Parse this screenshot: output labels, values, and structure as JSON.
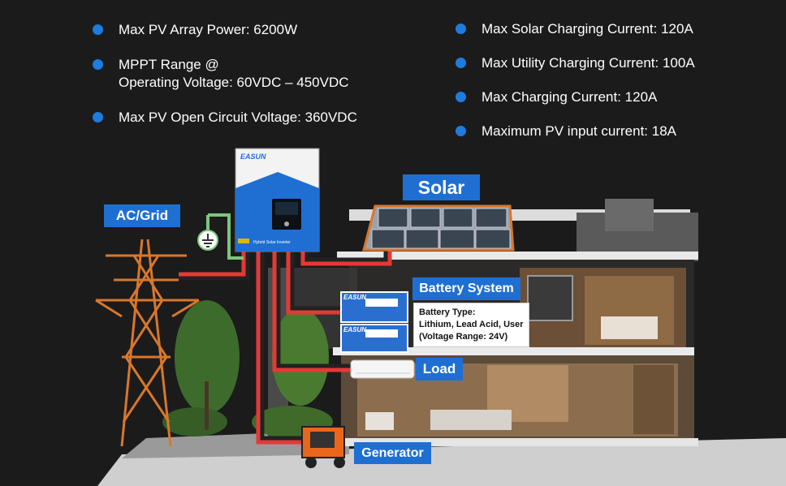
{
  "specs": {
    "left": [
      {
        "lines": [
          "Max PV Array Power: 6200W"
        ]
      },
      {
        "lines": [
          "MPPT Range @",
          "Operating Voltage: 60VDC – 450VDC"
        ]
      },
      {
        "lines": [
          "Max PV Open Circuit Voltage: 360VDC"
        ]
      }
    ],
    "right": [
      {
        "lines": [
          "Max Solar Charging Current: 120A"
        ]
      },
      {
        "lines": [
          "Max Utility Charging Current: 100A"
        ]
      },
      {
        "lines": [
          "Max Charging Current: 120A"
        ]
      },
      {
        "lines": [
          "Maximum PV input current: 18A"
        ]
      }
    ]
  },
  "labels": {
    "grid": "AC/Grid",
    "solar": "Solar",
    "battery": "Battery System",
    "load": "Load",
    "generator": "Generator"
  },
  "battery_info": {
    "line1": "Battery Type:",
    "line2": "Lithium, Lead Acid, User",
    "line3": "(Voltage Range: 24V)"
  },
  "inverter": {
    "brand": "EASUN",
    "caption": "Hybrid Solar Inverter"
  },
  "battery_brand": "EASUN",
  "colors": {
    "accent_blue": "#1f6fd3",
    "bullet_blue": "#1e7be0",
    "cable_red": "#e53935",
    "cable_green": "#7bc67b",
    "tower_orange": "#d9772b",
    "background": "#1b1b1c"
  }
}
